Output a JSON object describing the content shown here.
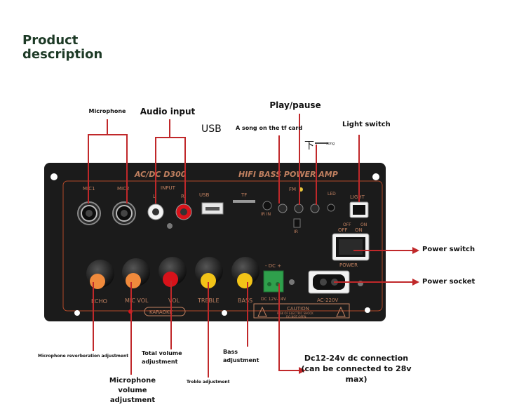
{
  "title": "Product\ndescription",
  "callouts": {
    "microphone": "Microphone",
    "audio_input": "Audio input",
    "usb": "USB",
    "tf_song": "A song on the tf card",
    "play_pause": "Play/pause",
    "next_song_glyph": "下",
    "next_song_word": "song",
    "light_switch": "Light switch",
    "power_switch": "Power switch",
    "power_socket": "Power socket",
    "mic_reverb": "Microphone reverberation adjustment",
    "mic_volume": "Microphone\nvolume\nadjustment",
    "total_volume": "Total volume\nadjustment",
    "treble": "Treble adjustment",
    "bass": "Bass\nadjustment",
    "dc_connection": "Dc12-24v dc connection\n(can be connected to 28v\nmax)"
  },
  "panel": {
    "model": "AC/DC D300",
    "header": "HIFI  BASS  POWER AMP",
    "mic1": "MIC1",
    "mic2": "MIC2",
    "input": "INPUT",
    "input_l": "L",
    "input_r": "R",
    "usb": "USB",
    "tf": "TF",
    "ir_in": "IR IN",
    "fm": "FM",
    "led": "LED",
    "ir": "IR",
    "light": "LIGHT",
    "light_off": "OFF",
    "light_on": "ON",
    "power_off": "OFF",
    "power_on": "ON",
    "power": "POWER",
    "dc": "- DC +",
    "dc_range": "DC 12V-24V",
    "ac": "AC-220V",
    "echo": "ECHO",
    "mic_vol": "MIC VOL",
    "vol": "VOL",
    "treble": "TREBLE",
    "bass": "BASS",
    "karaoke": "KARAOKE",
    "caution": "CAUTION",
    "caution_line1": "RISK OF ELECTRIC SHOCK",
    "caution_line2": "DO NOT OPEN"
  },
  "colors": {
    "title": "#1d3a26",
    "leader": "#c0282a",
    "panel": "#1b1b1b",
    "panel_border": "#b14a2a",
    "knob_orange": "#f08a3c",
    "knob_red": "#d8121a",
    "knob_yellow": "#f2c418",
    "terminal_green": "#2fa04c"
  }
}
